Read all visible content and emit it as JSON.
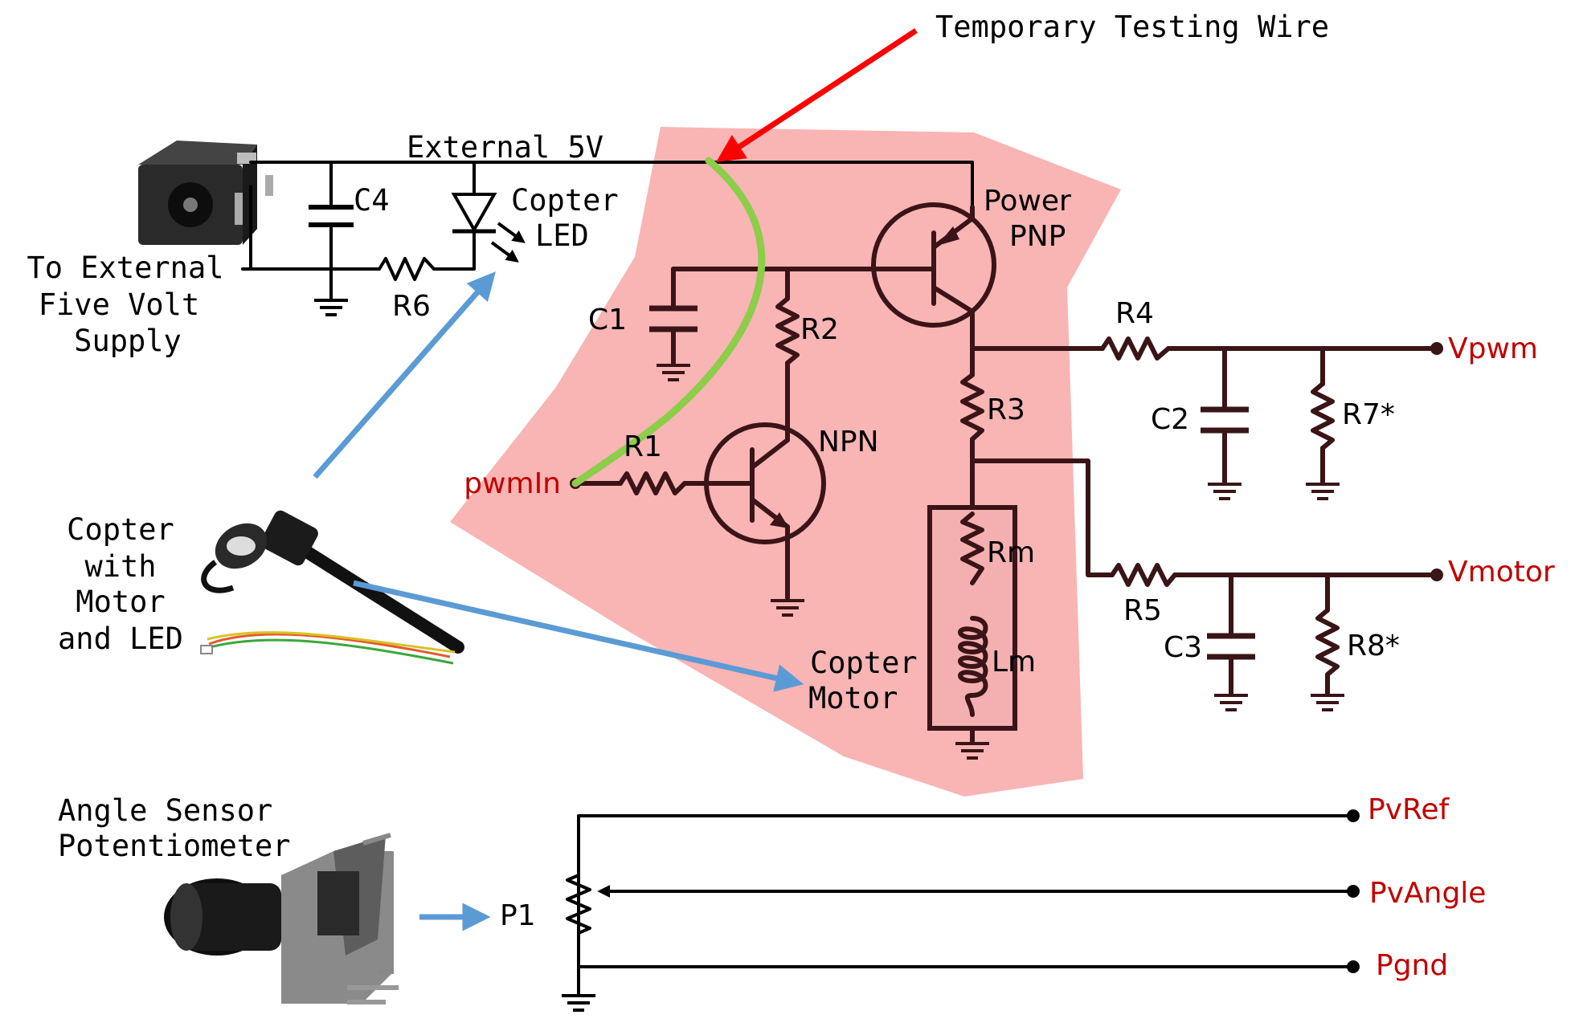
{
  "labels": {
    "temporary_wire": "Temporary Testing Wire",
    "external_5v": "External 5V",
    "supply_1": "To External",
    "supply_2": "Five Volt",
    "supply_3": "Supply",
    "c4": "C4",
    "r6": "R6",
    "copter_led_1": "Copter",
    "copter_led_2": "LED",
    "power_pnp_1": "Power",
    "power_pnp_2": "PNP",
    "c1": "C1",
    "r2": "R2",
    "r1": "R1",
    "npn": "NPN",
    "r3": "R3",
    "r4": "R4",
    "c2": "C2",
    "r7": "R7*",
    "r5": "R5",
    "c3": "C3",
    "r8": "R8*",
    "rm": "Rm",
    "lm": "Lm",
    "copter_motor_1": "Copter",
    "copter_motor_2": "Motor",
    "copter_assembly_1": "Copter",
    "copter_assembly_2": "with",
    "copter_assembly_3": "Motor",
    "copter_assembly_4": "and LED",
    "angle_sensor_1": "Angle Sensor",
    "angle_sensor_2": "Potentiometer",
    "p1": "P1"
  },
  "signals": {
    "pwm_in": "pwmIn",
    "vpwm": "Vpwm",
    "vmotor": "Vmotor",
    "pvref": "PvRef",
    "pvangle": "PvAngle",
    "pgnd": "Pgnd"
  },
  "colors": {
    "highlight_region": "#f9b4b4",
    "testing_wire": "#8ccd4a",
    "red_arrow": "#ff0000",
    "blue_arrow": "#5b9bd5",
    "signal_text": "#c00000",
    "component": "#3a1416"
  },
  "icons": {
    "jack": "dc-power-jack-photo",
    "copter": "copter-arm-photo",
    "pot": "potentiometer-photo"
  }
}
